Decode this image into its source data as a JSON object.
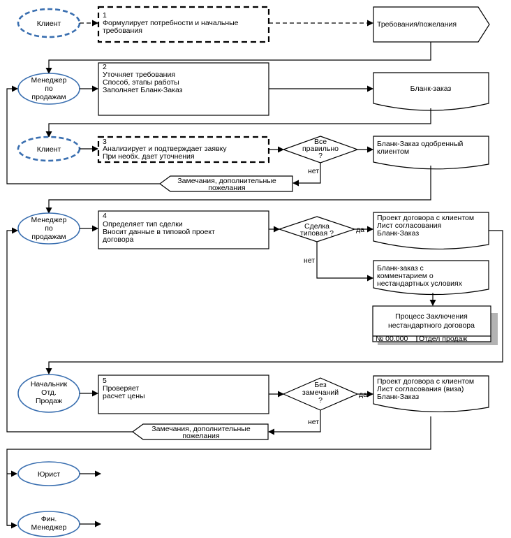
{
  "actors": {
    "client1": "Клиент",
    "manager1": [
      "Менеджер",
      "по",
      "продажам"
    ],
    "client2": "Клиент",
    "manager2": [
      "Менеджер",
      "по",
      "продажам"
    ],
    "head_sales": [
      "Начальник",
      "Отд.",
      "Продаж"
    ],
    "lawyer": "Юрист",
    "fin_manager": [
      "Фин.",
      "Менеджер"
    ]
  },
  "steps": {
    "s1": [
      "1",
      "Формулирует потребности и начальные",
      "требования"
    ],
    "s2": [
      "2",
      "Уточняет требования",
      "Способ, этапы работы",
      "Заполняет Бланк-Заказ"
    ],
    "s3": [
      "3",
      "Анализирует и подтверждает заявку",
      "При необх. дает уточнения"
    ],
    "s4": [
      "4",
      "Определяет тип сделки",
      "Вносит данные в типовой проект",
      "договора"
    ],
    "s5": [
      "5",
      "Проверяет",
      "расчет цены"
    ]
  },
  "decisions": {
    "d1": [
      "Все",
      "правильно",
      "?"
    ],
    "d2": [
      "Сделка",
      "типовая ?"
    ],
    "d3": [
      "Без",
      "замечаний",
      "?"
    ]
  },
  "documents": {
    "doc1": "Требования/пожелания",
    "doc2": "Бланк-заказ",
    "doc3": [
      "Бланк-Заказ одобренный",
      "клиентом"
    ],
    "doc4": [
      "Проект договора с клиентом",
      "Лист согласования",
      "Бланк-Заказ"
    ],
    "doc5": [
      "Бланк-заказ  с",
      "комментарием о",
      "нестандартных условиях"
    ],
    "doc6": [
      "Проект договора с клиентом",
      "Лист согласования (виза)",
      "Бланк-Заказ"
    ],
    "remarks1": [
      "Замечания, дополнительные",
      "пожелания"
    ],
    "remarks2": [
      "Замечания, дополнительные",
      "пожелания"
    ]
  },
  "process": {
    "title": [
      "Процесс Заключения",
      "нестандартного договора"
    ],
    "number": "№  00.000",
    "dept": "Отдел продаж"
  },
  "labels": {
    "no1": "нет",
    "yes2": "да",
    "no2": "нет",
    "yes3": "да",
    "no3": "нет"
  },
  "colors": {
    "actor_outline": "#3a6fb0",
    "shadow": "#b3b3b3"
  }
}
